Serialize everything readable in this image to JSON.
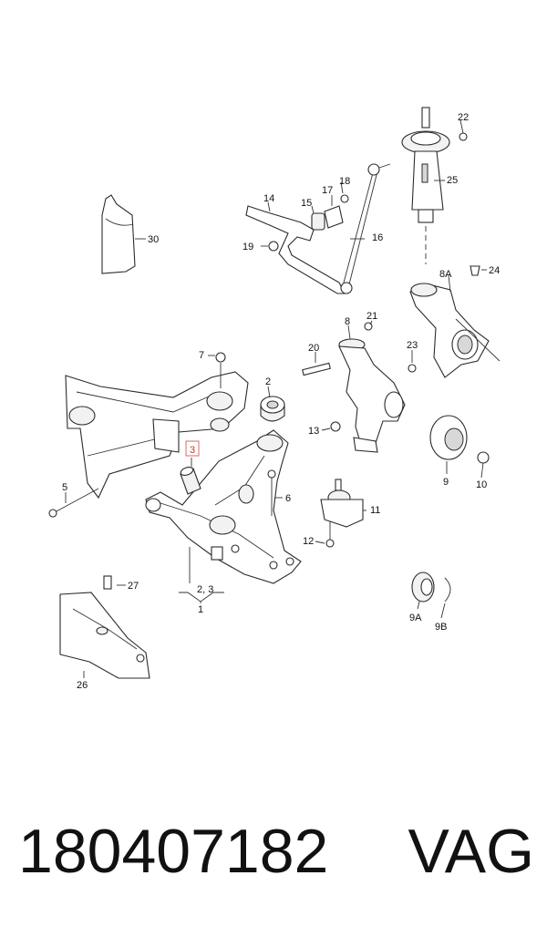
{
  "labels": {
    "l1": "1",
    "l2": "2",
    "l2_3": "2, 3",
    "l3": "3",
    "l5": "5",
    "l6": "6",
    "l7": "7",
    "l8": "8",
    "l8A": "8A",
    "l9": "9",
    "l9A": "9A",
    "l9B": "9B",
    "l10": "10",
    "l11": "11",
    "l12": "12",
    "l13": "13",
    "l14": "14",
    "l15": "15",
    "l16": "16",
    "l17": "17",
    "l18": "18",
    "l19": "19",
    "l20": "20",
    "l21": "21",
    "l22": "22",
    "l23": "23",
    "l24": "24",
    "l25": "25",
    "l26": "26",
    "l27": "27",
    "l30": "30"
  },
  "footer": {
    "part_number": "180407182",
    "brand": "VAG"
  },
  "colors": {
    "highlight": "#e06666"
  }
}
